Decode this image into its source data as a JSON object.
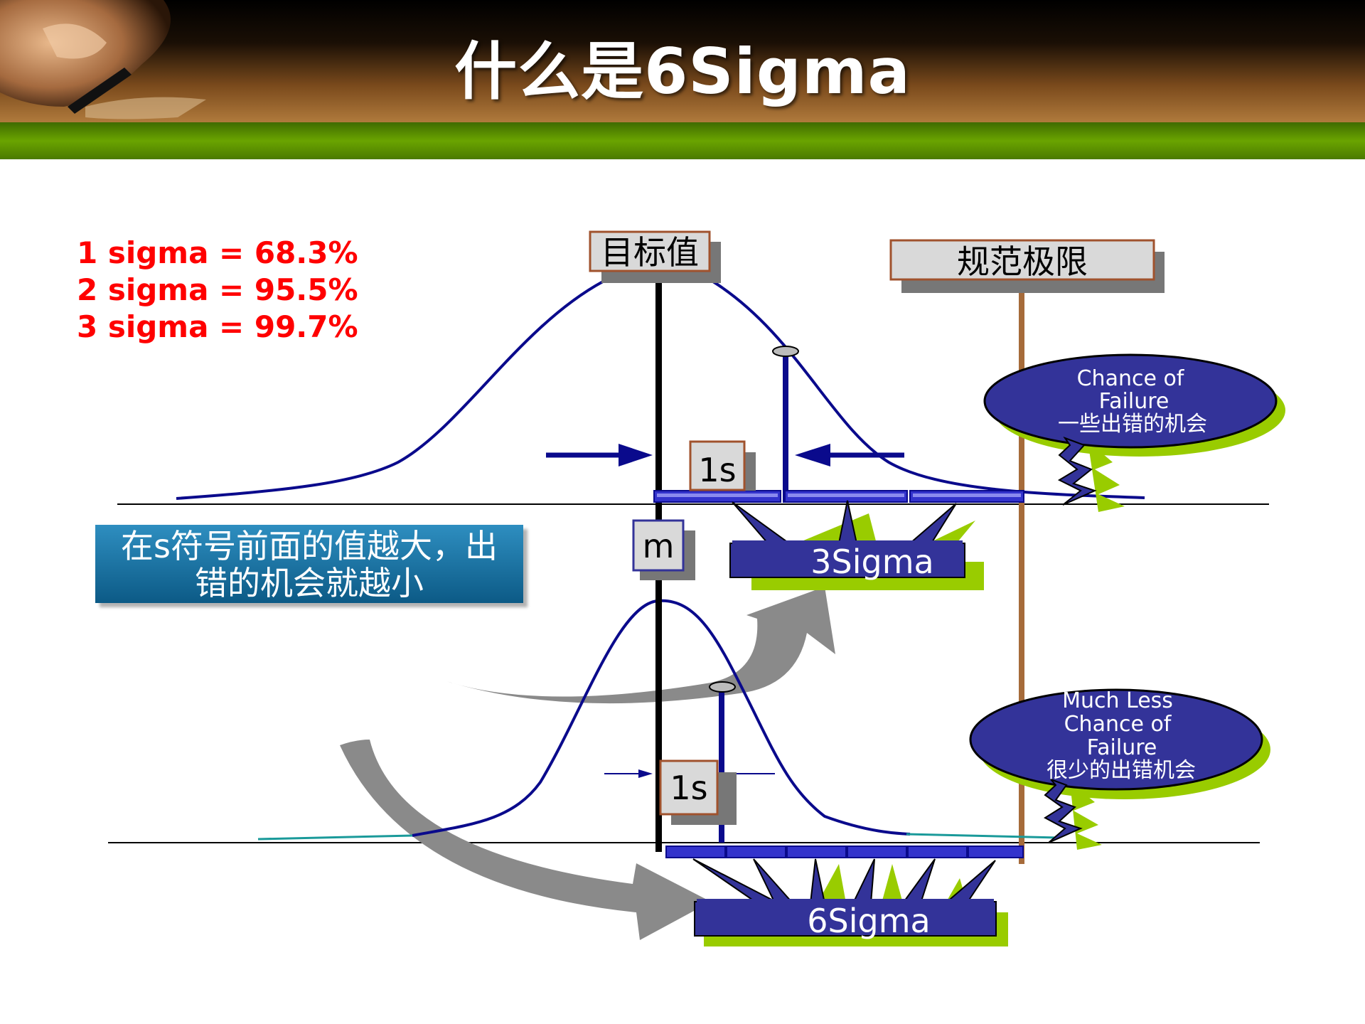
{
  "title": "什么是6Sigma",
  "stats": [
    "1 sigma = 68.3%",
    "2 sigma = 95.5%",
    "3 sigma = 99.7%"
  ],
  "labels": {
    "target": "目标值",
    "spec_limit": "规范极限",
    "sigma_top": "1s",
    "sigma_bottom": "1s",
    "mean": "m",
    "three_sigma": "3Sigma",
    "six_sigma": "6Sigma"
  },
  "bubble_top": [
    "Chance of",
    "Failure",
    "一些出错的机会"
  ],
  "bubble_bottom": [
    "Much Less",
    "Chance of",
    "Failure",
    "很少的出错机会"
  ],
  "note": [
    "在s符号前面的值越大，出",
    "错的机会就越小"
  ],
  "colors": {
    "curve": "#0a0a8c",
    "callout_fill": "#333399",
    "callout_shadow": "#99cc00",
    "stats_red": "#ff0000",
    "spec_line": "#a66b3a",
    "header_green": "#5e9400"
  }
}
